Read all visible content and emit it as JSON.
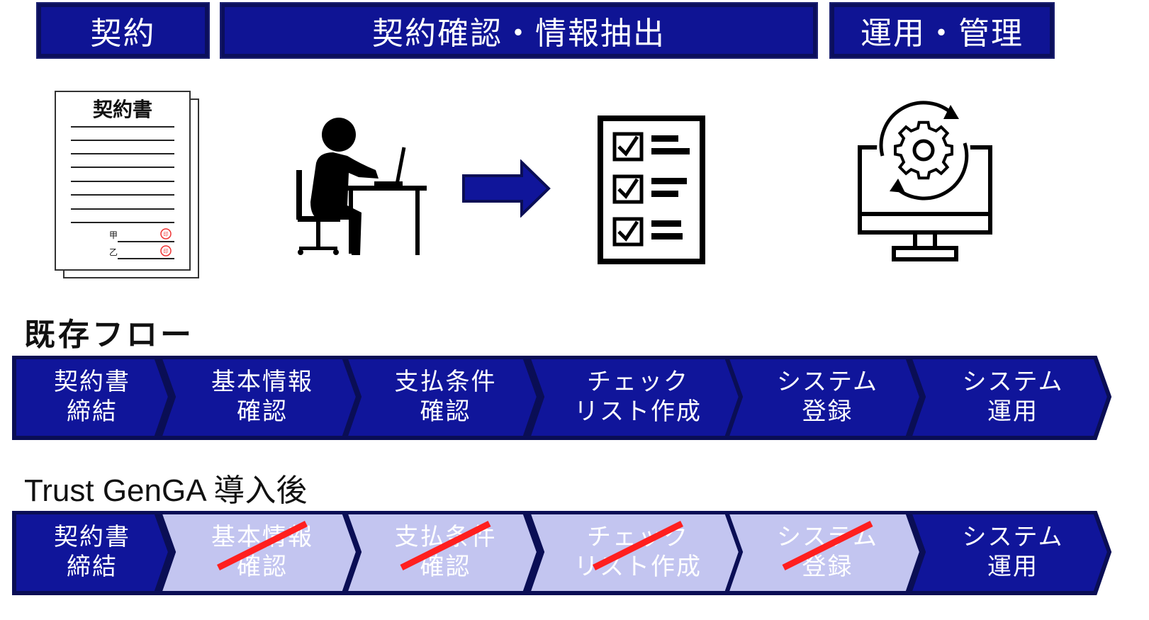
{
  "header": {
    "contract": "契約",
    "check_extract": "契約確認・情報抽出",
    "operation": "運用・管理"
  },
  "doc_icon": {
    "title": "契約書",
    "party_a": "甲",
    "party_b": "乙",
    "seal": "印"
  },
  "existing_flow": {
    "title": "既存フロー",
    "steps": [
      {
        "label": "契約書\n締結",
        "state": "active"
      },
      {
        "label": "基本情報\n確認",
        "state": "active"
      },
      {
        "label": "支払条件\n確認",
        "state": "active"
      },
      {
        "label": "チェック\nリスト作成",
        "state": "active"
      },
      {
        "label": "システム\n登録",
        "state": "active"
      },
      {
        "label": "システム\n運用",
        "state": "active"
      }
    ]
  },
  "new_flow": {
    "title": "Trust GenGA 導入後",
    "steps": [
      {
        "label": "契約書\n締結",
        "state": "active"
      },
      {
        "label": "基本情報\n確認",
        "state": "removed"
      },
      {
        "label": "支払条件\n確認",
        "state": "removed"
      },
      {
        "label": "チェック\nリスト作成",
        "state": "removed"
      },
      {
        "label": "システム\n登録",
        "state": "removed"
      },
      {
        "label": "システム\n運用",
        "state": "active"
      }
    ]
  },
  "colors": {
    "active_fill": "#10159a",
    "active_border": "#0a0e55",
    "removed_fill": "#c3c5f0",
    "strike": "#ff1f1f"
  }
}
